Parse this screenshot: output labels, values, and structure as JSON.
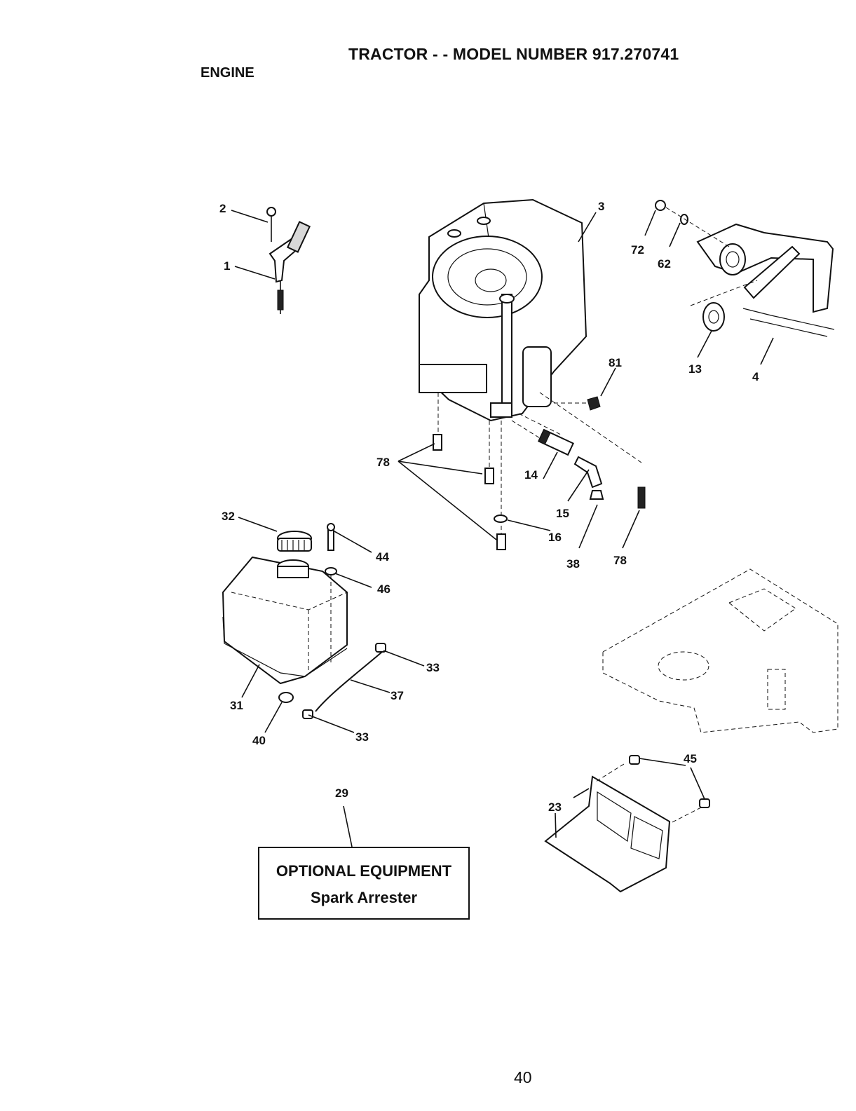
{
  "header": {
    "title": "TRACTOR - - MODEL NUMBER 917.270741",
    "section": "ENGINE"
  },
  "callouts": {
    "c1": "1",
    "c2": "2",
    "c3": "3",
    "c4": "4",
    "c13": "13",
    "c14": "14",
    "c15": "15",
    "c16": "16",
    "c23": "23",
    "c29": "29",
    "c31": "31",
    "c32": "32",
    "c33a": "33",
    "c33b": "33",
    "c37": "37",
    "c38": "38",
    "c40": "40",
    "c44": "44",
    "c45": "45",
    "c46": "46",
    "c62": "62",
    "c72": "72",
    "c78a": "78",
    "c78b": "78",
    "c81": "81"
  },
  "optional_equipment": {
    "title": "OPTIONAL EQUIPMENT",
    "item": "Spark Arrester"
  },
  "footer": {
    "page_number": "40"
  }
}
